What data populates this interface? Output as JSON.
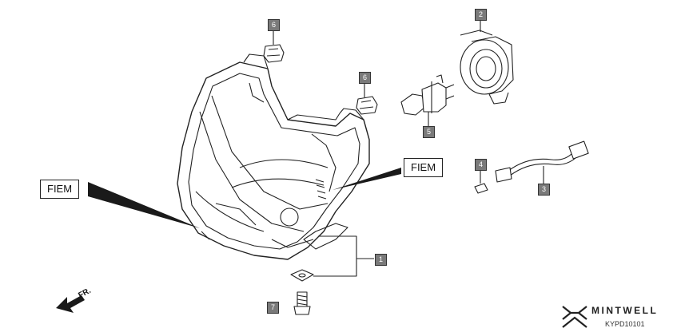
{
  "callouts": [
    {
      "label": "FIEM"
    },
    {
      "label": "FIEM"
    }
  ],
  "parts": [
    {
      "number": "1"
    },
    {
      "number": "2"
    },
    {
      "number": "3"
    },
    {
      "number": "4"
    },
    {
      "number": "5"
    },
    {
      "number": "6"
    },
    {
      "number": "6"
    },
    {
      "number": "7"
    }
  ],
  "direction_label": "FR.",
  "brand": "MINTWELL",
  "diagram_code": "KYPD10101",
  "colors": {
    "line": "#222222",
    "badge": "#7a7a7a",
    "callout_arrow": "#1a1a1a"
  }
}
